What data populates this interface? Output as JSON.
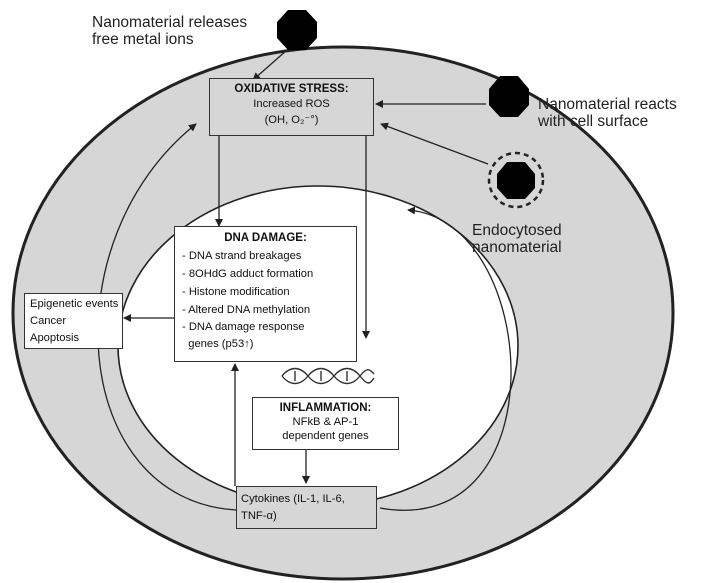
{
  "labels": {
    "metal_ions": [
      "Nanomaterial releases",
      "free metal ions"
    ],
    "cell_surface": [
      "Nanomaterial reacts",
      "with cell surface"
    ],
    "endocytosed": [
      "Endocytosed",
      "nanomaterial"
    ]
  },
  "oxidative_stress": {
    "title": "OXIDATIVE STRESS:",
    "line1": "Increased ROS",
    "line2": "(OH, O₂⁻°)"
  },
  "dna_damage": {
    "title": "DNA DAMAGE:",
    "items": [
      "- DNA strand breakages",
      "- 8OHdG adduct formation",
      "- Histone modification",
      "- Altered DNA methylation",
      "- DNA damage response",
      "  genes (p53↑)"
    ]
  },
  "epigenetic": {
    "items": [
      "Epigenetic events",
      "Cancer",
      "Apoptosis"
    ]
  },
  "inflammation": {
    "title": "INFLAMMATION:",
    "line1": "NFkB & AP-1",
    "line2": "dependent genes"
  },
  "cytokines": {
    "line1": "Cytokines (IL-1, IL-6,",
    "line2": "TNF-α)"
  },
  "colors": {
    "cell_fill": "#d6d6d6",
    "nucleus_fill": "#ffffff",
    "nanoparticle": "#000000",
    "outline": "#222222"
  }
}
